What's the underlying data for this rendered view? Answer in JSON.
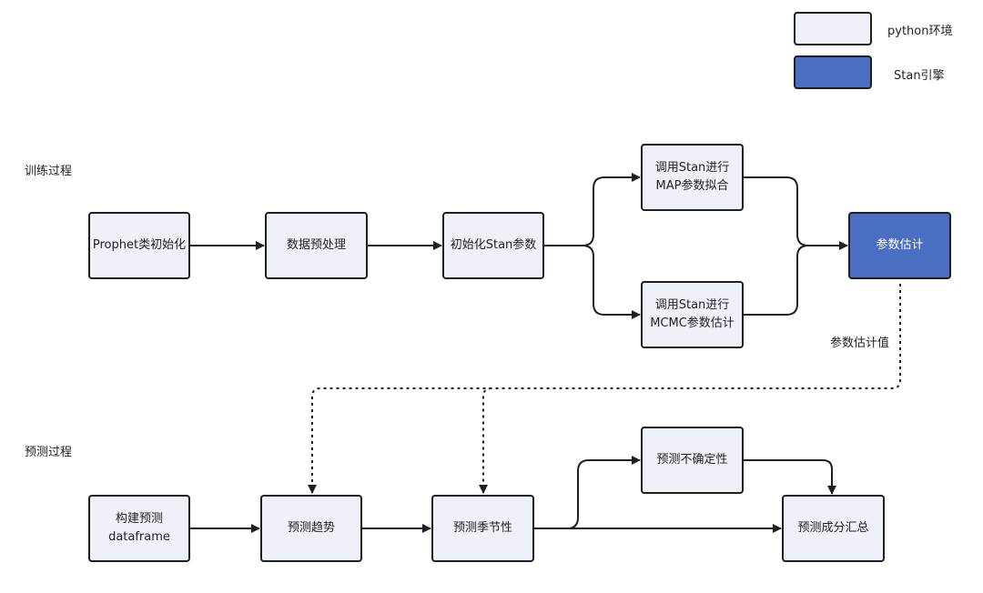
{
  "legend": {
    "python_label": "python环境",
    "stan_label": "Stan引擎",
    "python_color": "#eef1f8",
    "stan_color": "#4a6ec1"
  },
  "sections": {
    "training": "训练过程",
    "prediction": "预测过程"
  },
  "nodes": {
    "prophet_init": {
      "lines": [
        "Prophet类初始化"
      ]
    },
    "preprocess": {
      "lines": [
        "数据预处理"
      ]
    },
    "init_stan": {
      "lines": [
        "初始化Stan参数"
      ]
    },
    "map_fit": {
      "lines": [
        "调用Stan进行",
        "MAP参数拟合"
      ]
    },
    "mcmc_est": {
      "lines": [
        "调用Stan进行",
        "MCMC参数估计"
      ]
    },
    "param_est": {
      "lines": [
        "参数估计"
      ]
    },
    "build_df": {
      "lines": [
        "构建预测",
        "dataframe"
      ]
    },
    "predict_trend": {
      "lines": [
        "预测趋势"
      ]
    },
    "predict_season": {
      "lines": [
        "预测季节性"
      ]
    },
    "predict_uncertainty": {
      "lines": [
        "预测不确定性"
      ]
    },
    "predict_sum": {
      "lines": [
        "预测成分汇总"
      ]
    }
  },
  "edge_labels": {
    "param_value": "参数估计值"
  }
}
